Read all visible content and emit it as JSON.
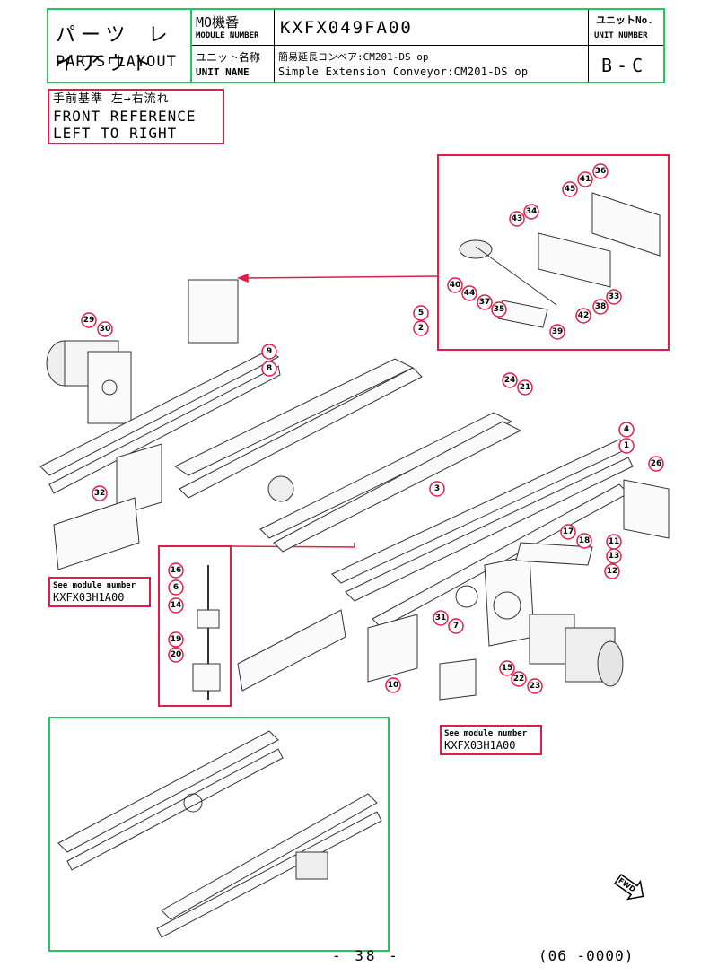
{
  "header": {
    "title_jp": "パーツ レイアウト",
    "title_en": "PARTS LAYOUT",
    "mo_label_jp": "MO機番",
    "mo_label_en": "MODULE NUMBER",
    "module_number": "KXFX049FA00",
    "unit_no_label_jp": "ユニットNo.",
    "unit_no_label_en": "UNIT NUMBER",
    "unit_name_label_jp": "ユニット名称",
    "unit_name_label_en": "UNIT NAME",
    "unit_name_jp": "簡易延長コンベア:CM201-DS op",
    "unit_name_en": "Simple Extension Conveyor:CM201-DS op",
    "unit_number": "B-C"
  },
  "reference_note": {
    "line1": "手前基準 左→右流れ",
    "line2": "FRONT REFERENCE",
    "line3": "LEFT TO RIGHT"
  },
  "see_module_notes": [
    {
      "label": "See module number",
      "code": "KXFX03H1A00"
    },
    {
      "label": "See module number",
      "code": "KXFX03H1A00"
    }
  ],
  "callouts": {
    "main": [
      "29",
      "30",
      "9",
      "8",
      "5",
      "2",
      "32",
      "24",
      "21",
      "4",
      "1",
      "3",
      "26",
      "17",
      "18",
      "11",
      "13",
      "12",
      "31",
      "7",
      "10",
      "15",
      "22",
      "23"
    ],
    "detail_top": [
      "36",
      "41",
      "45",
      "43",
      "34",
      "40",
      "44",
      "37",
      "35",
      "33",
      "38",
      "42",
      "39"
    ],
    "detail_mid": [
      "16",
      "6",
      "14",
      "19",
      "20"
    ]
  },
  "footer": {
    "page": "- 38 -",
    "code": "(06 -0000)"
  },
  "fwd_label": "FWD",
  "colors": {
    "frame": "#22c55e",
    "callout": "#e11d48"
  }
}
